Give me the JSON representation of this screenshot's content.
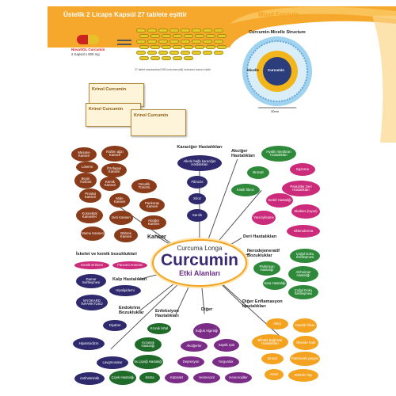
{
  "banner": {
    "title": "Üstelik 2 Licaps Kapsül 27 tablete eşittir",
    "caption": "27 tablet standardize(%95 kurkuminoidli) kurkumin tozuna eşittir",
    "product_left": "NovaSOL Curcumin",
    "product_left_dose": "2 Kapsül x 500 mg"
  },
  "micelle": {
    "title": "Misel Formda",
    "structure_label": "Curcumin-Micelle Structure",
    "micelle_label": "Micelle",
    "curcumin_label": "Curcumin",
    "size_label": "30nm"
  },
  "product_boxes": [
    "Krinol Curcumin",
    "Krinol Curcumin",
    "Krinol Curcumin"
  ],
  "center": {
    "subtitle": "Curcuma Longa",
    "title": "Curcumin",
    "caption": "Etki Alanları"
  },
  "categories": {
    "cancer": "Kanser",
    "liver": "Karaciğer Hastalıkları",
    "lung": "Akciğer Hastalıkları",
    "skin": "Deri Hastalıkları",
    "neuro": "Nerodejeneratif Bozukluklar",
    "inflam": "Diğer Enflamasyon Hastalıkları",
    "other": "Diğer",
    "infection": "Enfeksiyon Hastalıkları",
    "endocrine": "Endokrine Bozukluklar",
    "heart": "Kalp Hastalıkları",
    "skeletal": "İskelet ve kemik bozukluklari"
  },
  "items": {
    "cancer": [
      "Mesane Kanseri",
      "Rahim ağzı Kanseri",
      "Lösemi",
      "Özofagus Kanseri",
      "Beyin Tümörü",
      "Kemik Kanseri",
      "Omurlik Tümörü",
      "Prostat Kanseri",
      "Mide Kanseri",
      "Pankreas Kanseri",
      "Kolorektal Kanserler",
      "Deri Kanseri",
      "Akciğer Kanseri",
      "Meme Kanseri",
      "Böbrek Kanseri"
    ],
    "liver": [
      "Alkole bağlı karaciğer Hastalıkları",
      "Fibrozis",
      "Siroz",
      "Sarılık"
    ],
    "lung": [
      "Hyalin membran Hastalıkları",
      "Bronşit",
      "Kistik fibroz"
    ],
    "skin": [
      "Egzema",
      "Parazitler Deri Hastalıkları",
      "Sedef Hastalığı",
      "Skabies (Uyuz)",
      "Yara İyileşme",
      "Skleroderma"
    ],
    "neuro": [
      "Parkinson Hastalığı",
      "Çoğul Doku Sertleşmesi",
      "Alzheimer Hastalığı",
      "Sara Hastalığı",
      "Çoğul Doku Sertleşmesi"
    ],
    "inflam": [
      "Alerji",
      "Gastrik Ülser",
      "Bilhabi Bağırsak Hastalıkları",
      "Obesite Kolit",
      "Sinüzit",
      "Pankreatit yangısı",
      "Astım",
      "Böbrek Taşı"
    ],
    "other": [
      "Soğuk Algınlığı",
      "Akciğerler",
      "Septik Şok",
      "Depresyon",
      "Yorgunluk",
      "Katarakt",
      "Hemerozit",
      "Hemoroidler"
    ],
    "infection": [
      "Kronik İshal",
      "Kızamık Hastalığı",
      "Su çiçeği Hastalığı",
      "Çiçek Hastalığı",
      "Sıtma"
    ],
    "endocrine": [
      "Diyabet",
      "Hipotiroidizm",
      "Lavgmonatur",
      "Antihelmintik"
    ],
    "heart": [
      "Damar Sertleşmesi",
      "Hipolipidemi",
      "MYOKARD İNFARKTÜSÜ"
    ],
    "skeletal": [
      "Kemik Erimesi",
      "Fanconi Anemisi"
    ]
  },
  "colors": {
    "banner_orange": "#f4a321",
    "cancer_brown": "#8a3b1a",
    "liver_navy": "#2f2a6e",
    "skin_magenta": "#cc2a7a",
    "neuro_green": "#2e8a3a",
    "other_purple": "#7a2c86",
    "curcumin_gold": "#f2b51c"
  }
}
